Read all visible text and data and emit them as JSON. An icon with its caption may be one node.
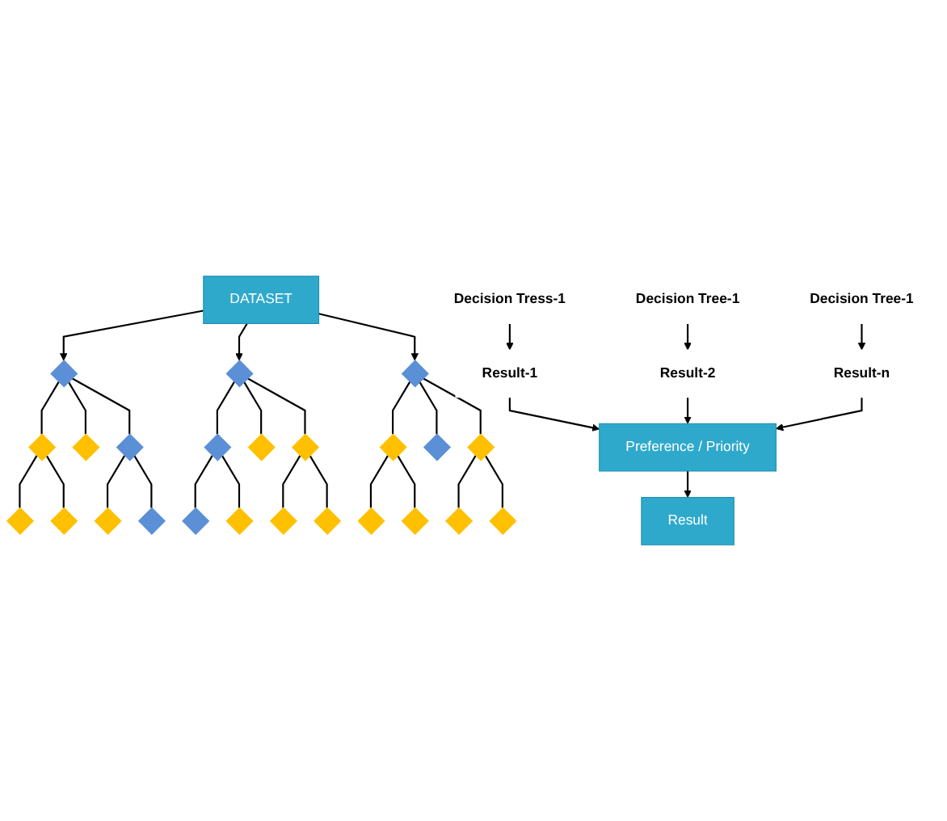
{
  "diagram": {
    "nodes": [
      {
        "text": [
          "DATASET"
        ]
      },
      {
        "text": [],
        "shape": "diamond"
      },
      {
        "text": [],
        "shape": "diamond"
      },
      {
        "text": [],
        "shape": "diamond"
      },
      {
        "text": [],
        "shape": "diamond"
      },
      {
        "text": [],
        "shape": "diamond"
      },
      {
        "text": [],
        "shape": "diamond"
      },
      {
        "text": [],
        "shape": "diamond"
      },
      {
        "text": [],
        "shape": "diamond"
      },
      {
        "text": [
          "Decision Tress-1"
        ]
      },
      {
        "text": [],
        "shape": "diamond"
      },
      {
        "text": [],
        "shape": "diamond"
      },
      {
        "text": [],
        "shape": "diamond"
      },
      {
        "text": [],
        "shape": "diamond"
      },
      {
        "text": [],
        "shape": "diamond"
      },
      {
        "text": [],
        "shape": "diamond"
      },
      {
        "text": [],
        "shape": "diamond"
      },
      {
        "text": [],
        "shape": "diamond"
      },
      {
        "text": [
          "Decision Tree-1"
        ]
      },
      {
        "text": [],
        "shape": "diamond"
      },
      {
        "text": [],
        "shape": "diamond"
      },
      {
        "text": [],
        "shape": "diamond"
      },
      {
        "text": [],
        "shape": "diamond"
      },
      {
        "text": [],
        "shape": "diamond"
      },
      {
        "text": [],
        "shape": "diamond"
      },
      {
        "text": [],
        "shape": "diamond"
      },
      {
        "text": [],
        "shape": "diamond"
      },
      {
        "text": [
          "Decision Tree-1"
        ]
      },
      {
        "text": [
          "Result-1"
        ]
      },
      {
        "text": [
          "Result-2"
        ]
      },
      {
        "text": [
          "Result-n"
        ]
      },
      {
        "text": [
          "Preference / Priority"
        ]
      },
      {
        "text": [
          "Result"
        ]
      }
    ],
    "edges": [
      {
        "from": 0,
        "to": 1,
        "arrow": "to"
      },
      {
        "from": 0,
        "to": 10,
        "arrow": "to"
      },
      {
        "from": 0,
        "to": 19,
        "arrow": "to"
      },
      {
        "from": 1,
        "to": 2,
        "arrow": "none"
      },
      {
        "from": 1,
        "to": 3,
        "arrow": "none"
      },
      {
        "from": 1,
        "to": 4,
        "arrow": "none"
      },
      {
        "from": 2,
        "to": 5,
        "arrow": "none"
      },
      {
        "from": 2,
        "to": 6,
        "arrow": "none"
      },
      {
        "from": 4,
        "to": 7,
        "arrow": "none"
      },
      {
        "from": 4,
        "to": 8,
        "arrow": "none"
      },
      {
        "from": 10,
        "to": 11,
        "arrow": "none"
      },
      {
        "from": 10,
        "to": 12,
        "arrow": "none"
      },
      {
        "from": 10,
        "to": 13,
        "arrow": "none"
      },
      {
        "from": 11,
        "to": 14,
        "arrow": "none"
      },
      {
        "from": 11,
        "to": 15,
        "arrow": "none"
      },
      {
        "from": 13,
        "to": 16,
        "arrow": "none"
      },
      {
        "from": 13,
        "to": 17,
        "arrow": "none"
      },
      {
        "from": 19,
        "to": 20,
        "arrow": "none"
      },
      {
        "from": 19,
        "to": 21,
        "arrow": "none"
      },
      {
        "from": 19,
        "to": 22,
        "arrow": "none"
      },
      {
        "from": 20,
        "to": 23,
        "arrow": "none"
      },
      {
        "from": 20,
        "to": 24,
        "arrow": "none"
      },
      {
        "from": 22,
        "to": 25,
        "arrow": "none"
      },
      {
        "from": 22,
        "to": 26,
        "arrow": "none"
      },
      {
        "from": 9,
        "to": 28,
        "arrow": "to"
      },
      {
        "from": 18,
        "to": 29,
        "arrow": "to"
      },
      {
        "from": 27,
        "to": 30,
        "arrow": "to"
      },
      {
        "from": 28,
        "to": 31,
        "arrow": "to"
      },
      {
        "from": 29,
        "to": 31,
        "arrow": "to"
      },
      {
        "from": 30,
        "to": 31,
        "arrow": "to"
      },
      {
        "from": 31,
        "to": 32,
        "arrow": "to"
      }
    ]
  }
}
